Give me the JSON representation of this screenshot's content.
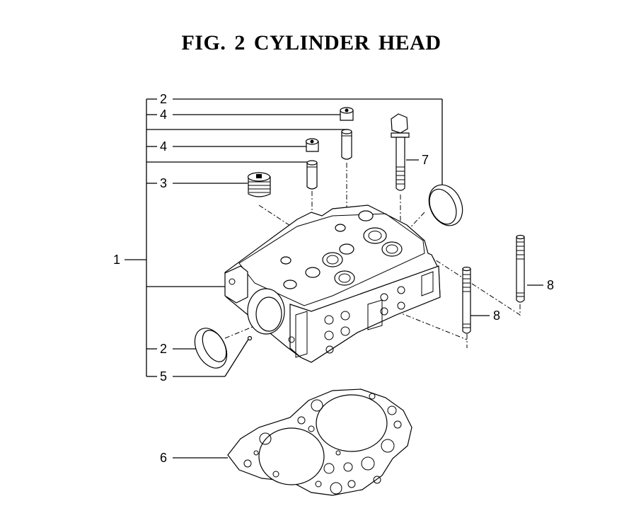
{
  "title": "FIG.  2  CYLINDER HEAD",
  "callouts": {
    "c1": "1",
    "c2_top": "2",
    "c4_top": "4",
    "c4_mid": "4",
    "c3": "3",
    "c7": "7",
    "c8_right": "8",
    "c8_mid": "8",
    "c2_bottom": "2",
    "c5": "5",
    "c6": "6"
  }
}
